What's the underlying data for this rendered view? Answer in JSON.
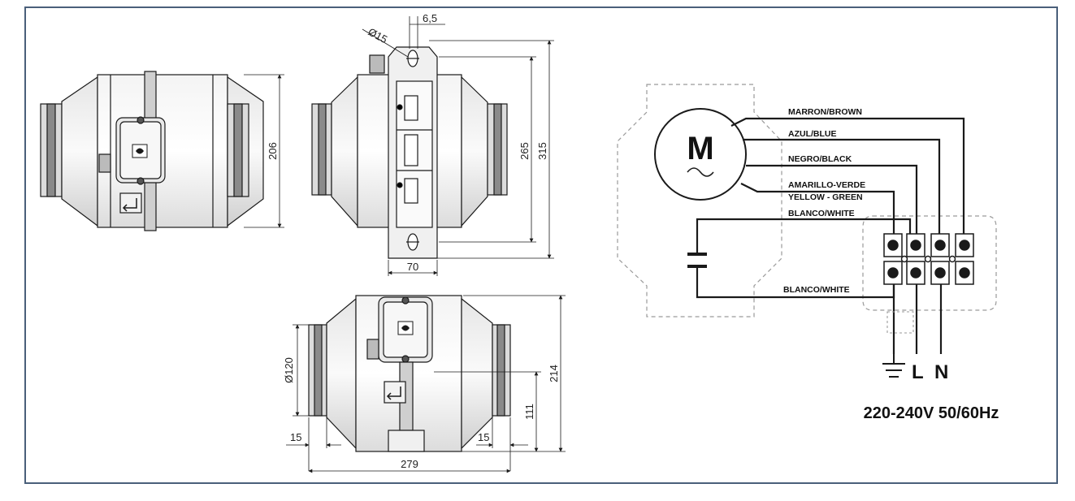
{
  "colors": {
    "frame": "#4a5f7a",
    "line": "#1a1a1a",
    "fill_light": "#eeeeee",
    "fill_mid": "#cfcfcf",
    "fill_dark": "#7a7a7a",
    "dashed": "#9a9a9a"
  },
  "dimensions": {
    "side_height": "206",
    "front_flange": "6,5",
    "front_hole": "Ø15",
    "front_inner_height": "265",
    "front_total_height": "315",
    "front_bracket_width": "70",
    "bottom_spigot_diameter": "Ø120",
    "bottom_spigot_left": "15",
    "bottom_spigot_right": "15",
    "bottom_axis_height": "111",
    "bottom_total_height": "214",
    "bottom_total_length": "279"
  },
  "wiring": {
    "motor_symbol": "M",
    "wires": [
      "MARRON/BROWN",
      "AZUL/BLUE",
      "NEGRO/BLACK",
      "AMARILLO-VERDE",
      "YELLOW - GREEN",
      "BLANCO/WHITE"
    ],
    "capacitor_wire": "BLANCO/WHITE",
    "terminals": [
      "L",
      "N"
    ],
    "supply": "220-240V 50/60Hz"
  },
  "icons": [
    "fan-logo-icon",
    "arrow-direction-icon",
    "ground-symbol-icon",
    "capacitor-symbol-icon"
  ]
}
